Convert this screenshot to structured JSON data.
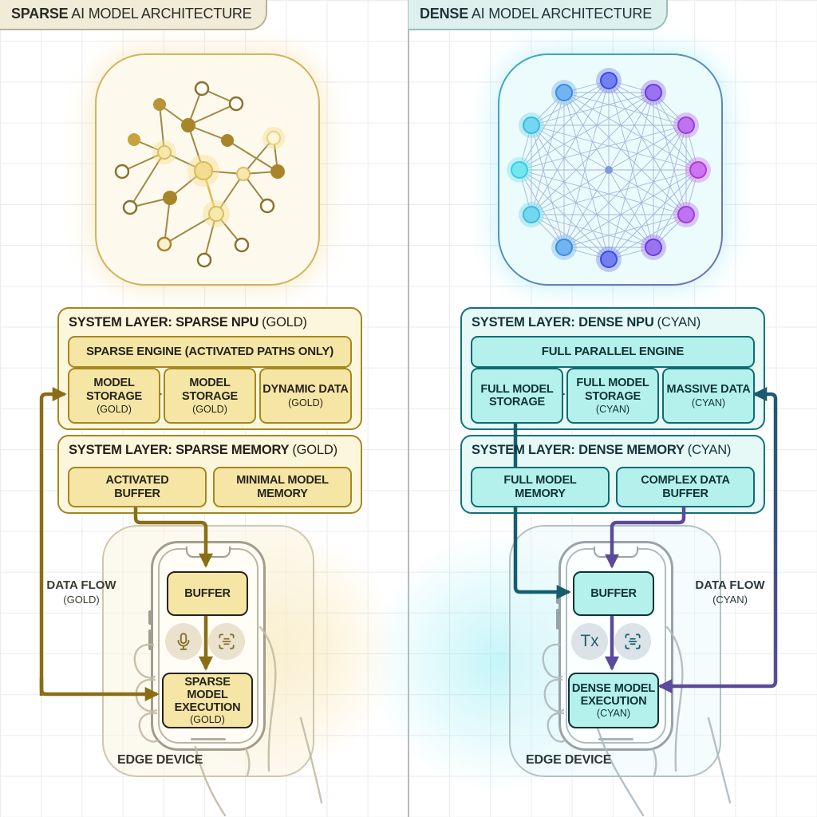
{
  "left": {
    "tab": {
      "brand": "SPARSE",
      "rest": " AI MODEL ARCHITECTURE"
    },
    "npu": {
      "title": "SYSTEM LAYER: SPARSE NPU",
      "note": "(GOLD)",
      "engine": "SPARSE ENGINE (ACTIVATED PATHS ONLY)",
      "chips": [
        {
          "label": "MODEL STORAGE",
          "note": "(GOLD)"
        },
        {
          "label": "MODEL STORAGE",
          "note": "(GOLD)"
        },
        {
          "label": "DYNAMIC DATA",
          "note": "(GOLD)"
        }
      ]
    },
    "memory": {
      "title": "SYSTEM LAYER: SPARSE MEMORY",
      "note": "(GOLD)",
      "chips": [
        {
          "label": "ACTIVATED BUFFER",
          "note": ""
        },
        {
          "label": "MINIMAL MODEL MEMORY",
          "note": ""
        }
      ]
    },
    "flow": {
      "label": "DATA FLOW",
      "note": "(GOLD)"
    },
    "device": {
      "buffer": "BUFFER",
      "execution": "SPARSE MODEL EXECUTION",
      "execution_note": "(GOLD)",
      "caption": "EDGE DEVICE"
    },
    "icons": [
      "microphone-icon",
      "scan-text-icon"
    ],
    "accent": "#8a6d14"
  },
  "right": {
    "tab": {
      "brand": "DENSE",
      "rest": " AI MODEL ARCHITECTURE"
    },
    "npu": {
      "title": "SYSTEM LAYER: DENSE NPU",
      "note": "(CYAN)",
      "engine": "FULL PARALLEL ENGINE",
      "chips": [
        {
          "label": "FULL MODEL STORAGE",
          "note": ""
        },
        {
          "label": "FULL MODEL STORAGE",
          "note": "(CYAN)"
        },
        {
          "label": "MASSIVE DATA",
          "note": "(CYAN)"
        }
      ]
    },
    "memory": {
      "title": "SYSTEM LAYER: DENSE MEMORY",
      "note": "(CYAN)",
      "chips": [
        {
          "label": "FULL MODEL MEMORY",
          "note": ""
        },
        {
          "label": "COMPLEX DATA BUFFER",
          "note": ""
        }
      ]
    },
    "flow": {
      "label": "DATA FLOW",
      "note": "(CYAN)"
    },
    "device": {
      "buffer": "BUFFER",
      "tx": "Tx",
      "execution": "DENSE MODEL EXECUTION",
      "execution_note": "(CYAN)",
      "caption": "EDGE DEVICE"
    },
    "icons": [
      "text-recognition-icon",
      "scan-text-icon"
    ],
    "accent_teal": "#155f6b",
    "accent_purple": "#5b4a9b"
  }
}
